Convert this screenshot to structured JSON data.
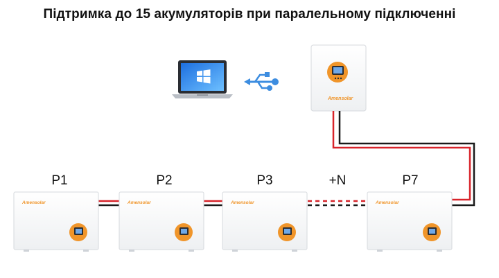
{
  "title": "Підтримка до 15 акумуляторів при паралельному підключенні",
  "batteries": [
    {
      "label": "P1"
    },
    {
      "label": "P2"
    },
    {
      "label": "P3"
    },
    {
      "label": "P7"
    }
  ],
  "more_label": "+N",
  "brand": "Amensolar",
  "icons": {
    "laptop": "laptop-windows-icon",
    "usb": "usb-icon",
    "inverter": "inverter-icon"
  },
  "colors": {
    "cable_red": "#d8232a",
    "cable_black": "#1a1a1a",
    "usb_blue": "#3d8de0",
    "accent_orange": "#f0952a",
    "screen_blue": "#6fa8e8"
  }
}
